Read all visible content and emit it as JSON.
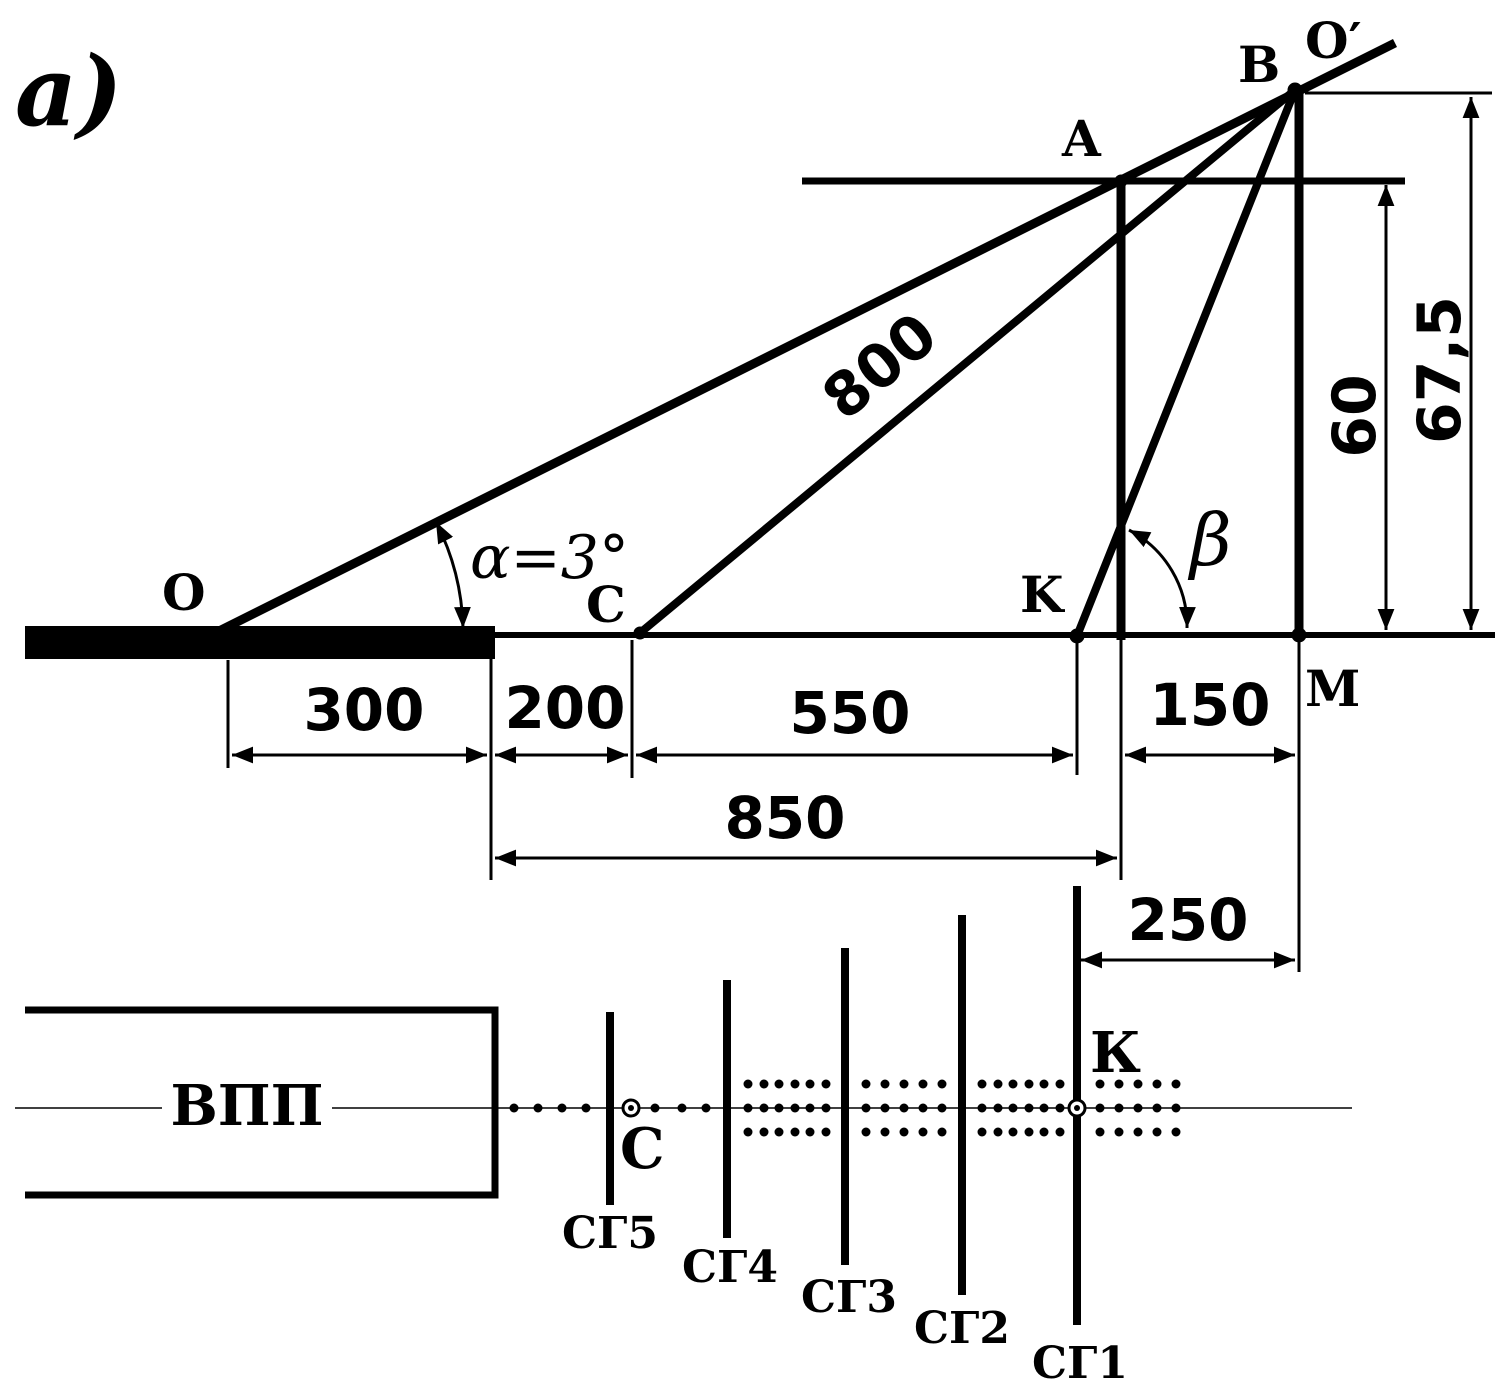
{
  "panel_label": "a)",
  "points": {
    "O": "O",
    "O_prime": "O′",
    "A": "A",
    "B": "B",
    "C": "C",
    "K": "K",
    "M": "M"
  },
  "angles": {
    "alpha": "α=3°",
    "beta": "β"
  },
  "dimensions": {
    "d300": "300",
    "d200": "200",
    "d550": "550",
    "d150": "150",
    "d850": "850",
    "d250": "250",
    "d800": "800",
    "h60": "60",
    "h675": "67,5"
  },
  "plan": {
    "runway": "ВПП",
    "C": "С",
    "K": "К",
    "bars": [
      "СГ5",
      "СГ4",
      "СГ3",
      "СГ2",
      "СГ1"
    ]
  }
}
